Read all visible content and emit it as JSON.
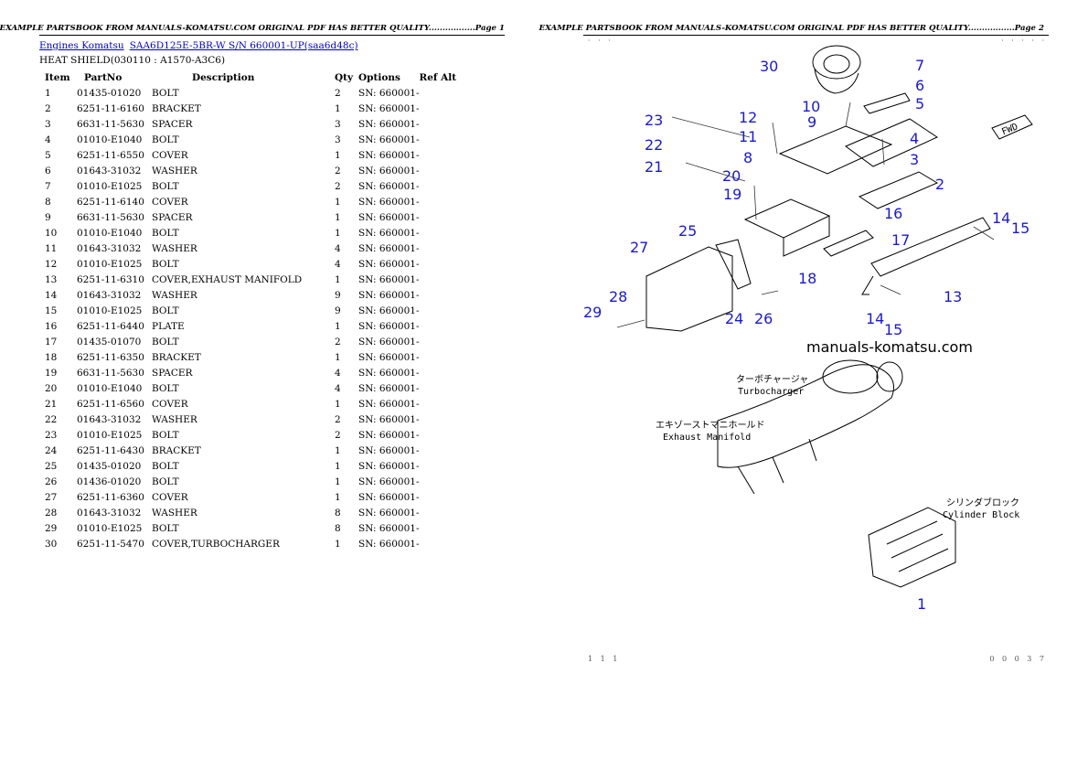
{
  "page1": {
    "header": "EXAMPLE PARTSBOOK FROM MANUALS-KOMATSU.COM ORIGINAL PDF HAS BETTER QUALITY.................Page 1",
    "breadcrumbs": [
      "Engines Komatsu",
      "SAA6D125E-5BR-W S/N 660001-UP(saa6d48c)"
    ],
    "section_title": "HEAT SHIELD(030110 : A1570-A3C6)",
    "table": {
      "columns": [
        "Item",
        "PartNo",
        "Description",
        "Qty",
        "Options",
        "Ref Alt"
      ],
      "rows": [
        {
          "item": "1",
          "part": "01435-01020",
          "desc": "BOLT",
          "qty": "2",
          "opt": "SN: 660001-"
        },
        {
          "item": "2",
          "part": "6251-11-6160",
          "desc": "BRACKET",
          "qty": "1",
          "opt": "SN: 660001-"
        },
        {
          "item": "3",
          "part": "6631-11-5630",
          "desc": "SPACER",
          "qty": "3",
          "opt": "SN: 660001-"
        },
        {
          "item": "4",
          "part": "01010-E1040",
          "desc": "BOLT",
          "qty": "3",
          "opt": "SN: 660001-"
        },
        {
          "item": "5",
          "part": "6251-11-6550",
          "desc": "COVER",
          "qty": "1",
          "opt": "SN: 660001-"
        },
        {
          "item": "6",
          "part": "01643-31032",
          "desc": "WASHER",
          "qty": "2",
          "opt": "SN: 660001-"
        },
        {
          "item": "7",
          "part": "01010-E1025",
          "desc": "BOLT",
          "qty": "2",
          "opt": "SN: 660001-"
        },
        {
          "item": "8",
          "part": "6251-11-6140",
          "desc": "COVER",
          "qty": "1",
          "opt": "SN: 660001-"
        },
        {
          "item": "9",
          "part": "6631-11-5630",
          "desc": "SPACER",
          "qty": "1",
          "opt": "SN: 660001-"
        },
        {
          "item": "10",
          "part": "01010-E1040",
          "desc": "BOLT",
          "qty": "1",
          "opt": "SN: 660001-"
        },
        {
          "item": "11",
          "part": "01643-31032",
          "desc": "WASHER",
          "qty": "4",
          "opt": "SN: 660001-"
        },
        {
          "item": "12",
          "part": "01010-E1025",
          "desc": "BOLT",
          "qty": "4",
          "opt": "SN: 660001-"
        },
        {
          "item": "13",
          "part": "6251-11-6310",
          "desc": "COVER,EXHAUST MANIFOLD",
          "qty": "1",
          "opt": "SN: 660001-"
        },
        {
          "item": "14",
          "part": "01643-31032",
          "desc": "WASHER",
          "qty": "9",
          "opt": "SN: 660001-"
        },
        {
          "item": "15",
          "part": "01010-E1025",
          "desc": "BOLT",
          "qty": "9",
          "opt": "SN: 660001-"
        },
        {
          "item": "16",
          "part": "6251-11-6440",
          "desc": "PLATE",
          "qty": "1",
          "opt": "SN: 660001-"
        },
        {
          "item": "17",
          "part": "01435-01070",
          "desc": "BOLT",
          "qty": "2",
          "opt": "SN: 660001-"
        },
        {
          "item": "18",
          "part": "6251-11-6350",
          "desc": "BRACKET",
          "qty": "1",
          "opt": "SN: 660001-"
        },
        {
          "item": "19",
          "part": "6631-11-5630",
          "desc": "SPACER",
          "qty": "4",
          "opt": "SN: 660001-"
        },
        {
          "item": "20",
          "part": "01010-E1040",
          "desc": "BOLT",
          "qty": "4",
          "opt": "SN: 660001-"
        },
        {
          "item": "21",
          "part": "6251-11-6560",
          "desc": "COVER",
          "qty": "1",
          "opt": "SN: 660001-"
        },
        {
          "item": "22",
          "part": "01643-31032",
          "desc": "WASHER",
          "qty": "2",
          "opt": "SN: 660001-"
        },
        {
          "item": "23",
          "part": "01010-E1025",
          "desc": "BOLT",
          "qty": "2",
          "opt": "SN: 660001-"
        },
        {
          "item": "24",
          "part": "6251-11-6430",
          "desc": "BRACKET",
          "qty": "1",
          "opt": "SN: 660001-"
        },
        {
          "item": "25",
          "part": "01435-01020",
          "desc": "BOLT",
          "qty": "1",
          "opt": "SN: 660001-"
        },
        {
          "item": "26",
          "part": "01436-01020",
          "desc": "BOLT",
          "qty": "1",
          "opt": "SN: 660001-"
        },
        {
          "item": "27",
          "part": "6251-11-6360",
          "desc": "COVER",
          "qty": "1",
          "opt": "SN: 660001-"
        },
        {
          "item": "28",
          "part": "01643-31032",
          "desc": "WASHER",
          "qty": "8",
          "opt": "SN: 660001-"
        },
        {
          "item": "29",
          "part": "01010-E1025",
          "desc": "BOLT",
          "qty": "8",
          "opt": "SN: 660001-"
        },
        {
          "item": "30",
          "part": "6251-11-5470",
          "desc": "COVER,TURBOCHARGER",
          "qty": "1",
          "opt": "SN: 660001-"
        }
      ]
    }
  },
  "page2": {
    "header": "EXAMPLE PARTSBOOK FROM MANUALS-KOMATSU.COM ORIGINAL PDF HAS BETTER QUALITY.................Page 2",
    "watermark": "manuals-komatsu.com",
    "callouts": [
      "1",
      "2",
      "3",
      "4",
      "5",
      "6",
      "7",
      "8",
      "9",
      "10",
      "11",
      "12",
      "13",
      "14",
      "14",
      "15",
      "15",
      "16",
      "17",
      "18",
      "19",
      "20",
      "21",
      "22",
      "23",
      "24",
      "25",
      "26",
      "27",
      "28",
      "29",
      "30"
    ],
    "labels": {
      "turbo_jp": "ターボチャージャ",
      "turbo_en": "Turbocharger",
      "manifold_jp": "エキゾーストマニホールド",
      "manifold_en": "Exhaust Manifold",
      "block_jp": "シリンダブロック",
      "block_en": "Cylinder Block",
      "fwd": "FWD"
    },
    "corner_marks": {
      "top_left": "· · ·",
      "top_right": "· · · · ·",
      "bottom_left": "1 1 1",
      "bottom_right": "0 0 0 3 7"
    }
  }
}
